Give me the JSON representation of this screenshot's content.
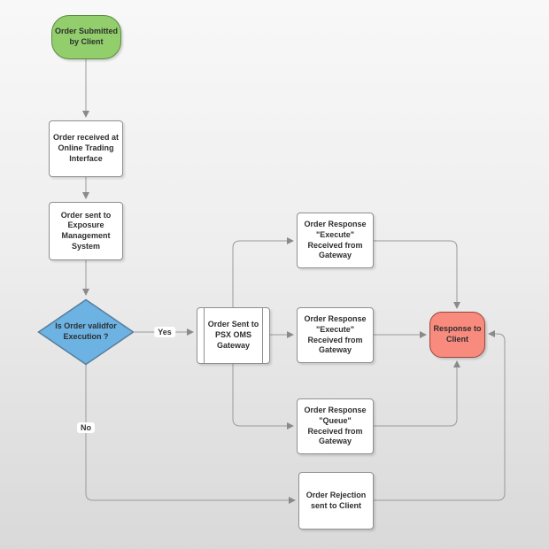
{
  "diagram": {
    "type": "flowchart",
    "background": {
      "top": "#f8f8f8",
      "bottom": "#d9d9d9"
    }
  },
  "palette": {
    "connector_line": "#8f8f8f",
    "process_fill": "#ffffff",
    "process_stroke": "#8f8f8f",
    "start_fill": "#92CF6C",
    "start_stroke": "#5C8A43",
    "decision_fill": "#6CB3E4",
    "decision_stroke": "#567D99",
    "end_fill": "#F98B7E",
    "end_stroke": "#96453A",
    "text": "#2e2e2e",
    "edge_label_bg": "#ffffff"
  },
  "nodes": {
    "start": {
      "type": "terminator",
      "label": "Order Submitted\nby Client"
    },
    "interface": {
      "type": "process",
      "label": "Order received at\nOnline Trading\nInterface"
    },
    "exposure": {
      "type": "process",
      "label": "Order sent to\nExposure\nManagement\nSystem"
    },
    "decision": {
      "type": "decision",
      "label": "Is Order validfor\nExecution ?"
    },
    "gateway": {
      "type": "predefined-process",
      "label": "Order Sent to\nPSX OMS\nGateway"
    },
    "response_execute_top": {
      "type": "process",
      "label": "Order Response\n\"Execute\"\nReceived from\nGateway"
    },
    "response_execute_mid": {
      "type": "process",
      "label": "Order Response\n\"Execute\"\nReceived from\nGateway"
    },
    "response_queue": {
      "type": "process",
      "label": "Order Response\n\"Queue\"\nReceived from\nGateway"
    },
    "response_client": {
      "type": "terminator",
      "label": "Response to\nClient"
    },
    "rejection": {
      "type": "process",
      "label": "Order Rejection\nsent to Client"
    }
  },
  "edges": [
    {
      "from": "start",
      "to": "interface",
      "label": ""
    },
    {
      "from": "interface",
      "to": "exposure",
      "label": ""
    },
    {
      "from": "exposure",
      "to": "decision",
      "label": ""
    },
    {
      "from": "decision",
      "to": "gateway",
      "label": "Yes"
    },
    {
      "from": "gateway",
      "to": "response_execute_top",
      "label": ""
    },
    {
      "from": "gateway",
      "to": "response_execute_mid",
      "label": ""
    },
    {
      "from": "gateway",
      "to": "response_queue",
      "label": ""
    },
    {
      "from": "response_execute_top",
      "to": "response_client",
      "label": ""
    },
    {
      "from": "response_execute_mid",
      "to": "response_client",
      "label": ""
    },
    {
      "from": "response_queue",
      "to": "response_client",
      "label": ""
    },
    {
      "from": "decision",
      "to": "rejection",
      "label": "No"
    },
    {
      "from": "rejection",
      "to": "response_client",
      "label": ""
    }
  ]
}
